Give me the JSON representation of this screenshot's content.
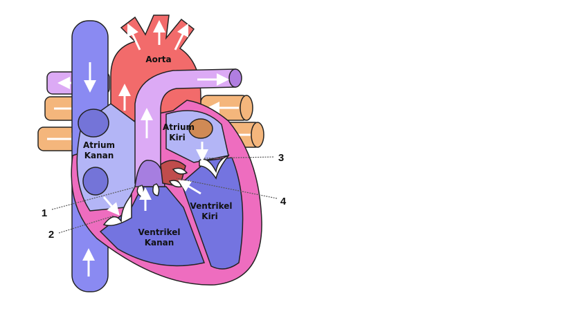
{
  "labels": {
    "aorta": "Aorta",
    "atrium_kanan": [
      "Atrium",
      "Kanan"
    ],
    "atrium_kiri": [
      "Atrium",
      "Kiri"
    ],
    "ventrikel_kanan": [
      "Ventrikel",
      "Kanan"
    ],
    "ventrikel_kiri": [
      "Ventrikel",
      "Kiri"
    ]
  },
  "callouts": [
    "1",
    "2",
    "3",
    "4"
  ],
  "colors": {
    "vena_cava": "#8a8af2",
    "aorta": "#f26b6b",
    "pulmonary_artery": "#dcaaf5",
    "pulmonary_vein": "#f4b67c",
    "heart_wall": "#ee6dbf",
    "atrium": "#b3b5f6",
    "ventricle": "#7474e0"
  }
}
